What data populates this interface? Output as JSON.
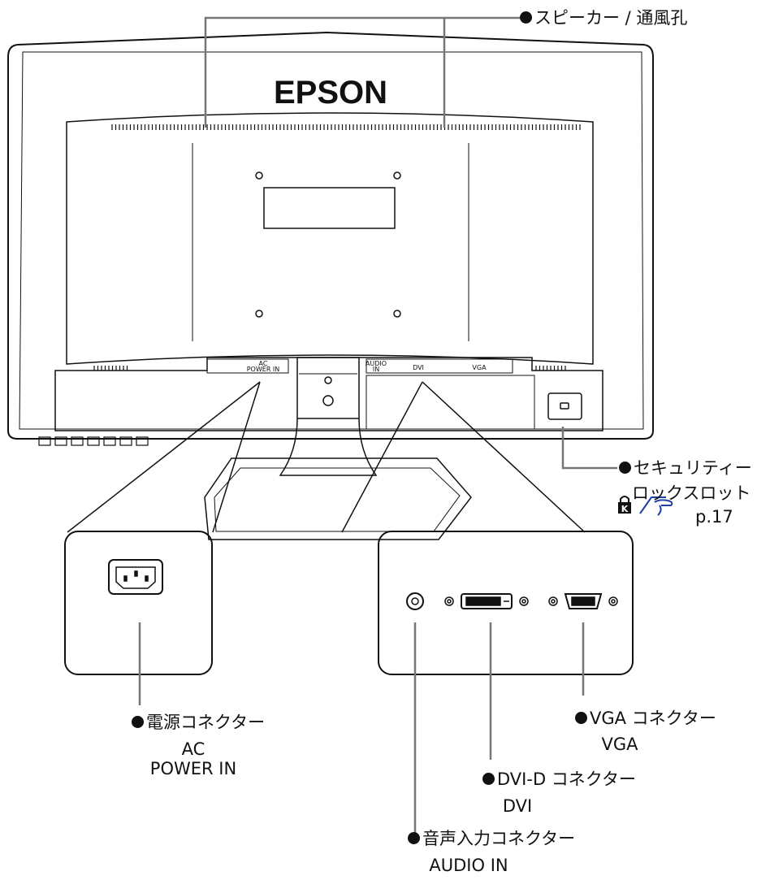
{
  "brand": "EPSON",
  "panel_labels": {
    "power_panel_line1": "AC",
    "power_panel_line2": "POWER  IN",
    "audio_panel_line1": "AUDIO",
    "audio_panel_line2": "IN",
    "dvi_panel": "DVI",
    "vga_panel": "VGA"
  },
  "callouts": {
    "speaker": "スピーカー / 通風孔",
    "security_line1": "セキュリティー",
    "security_line2": "ロックスロット",
    "security_page_ref": "p.17",
    "power_connector": "電源コネクター",
    "power_sub_line1": "AC",
    "power_sub_line2": "POWER  IN",
    "vga_connector": "VGA コネクター",
    "vga_sub": "VGA",
    "dvi_connector": "DVI-D コネクター",
    "dvi_sub": "DVI",
    "audio_connector": "音声入力コネクター",
    "audio_sub": "AUDIO  IN"
  },
  "icons": [
    "kensington-lock-icon",
    "reference-hand-icon"
  ],
  "colors": {
    "line": "#111111",
    "leader_gray": "#777777",
    "background": "#ffffff"
  }
}
